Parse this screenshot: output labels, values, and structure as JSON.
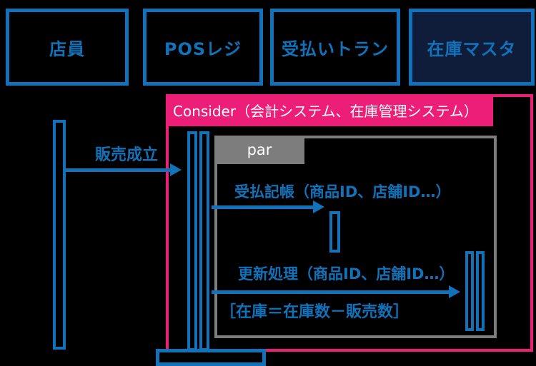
{
  "colors": {
    "background": "#000000",
    "blue": "#1172b9",
    "pink": "#ec1e78",
    "gray": "#7d7d7d",
    "inventory_box_fill": "#101d3a"
  },
  "actors": [
    {
      "label": "店員"
    },
    {
      "label": "POSレジ"
    },
    {
      "label": "受払いトラン"
    },
    {
      "label": "在庫マスタ"
    }
  ],
  "consider": {
    "label": "Consider（会計システム、在庫管理システム）"
  },
  "par": {
    "label": "par"
  },
  "messages": [
    {
      "from": "店員",
      "to": "POSレジ",
      "label": "販売成立"
    },
    {
      "from": "POSレジ",
      "to": "受払いトラン",
      "label": "受払記帳（商品ID、店舗ID…）"
    },
    {
      "from": "POSレジ",
      "to": "在庫マスタ",
      "label": "更新処理（商品ID、店舗ID…）"
    }
  ],
  "constraint": {
    "label": "［在庫＝在庫数－販売数］"
  }
}
